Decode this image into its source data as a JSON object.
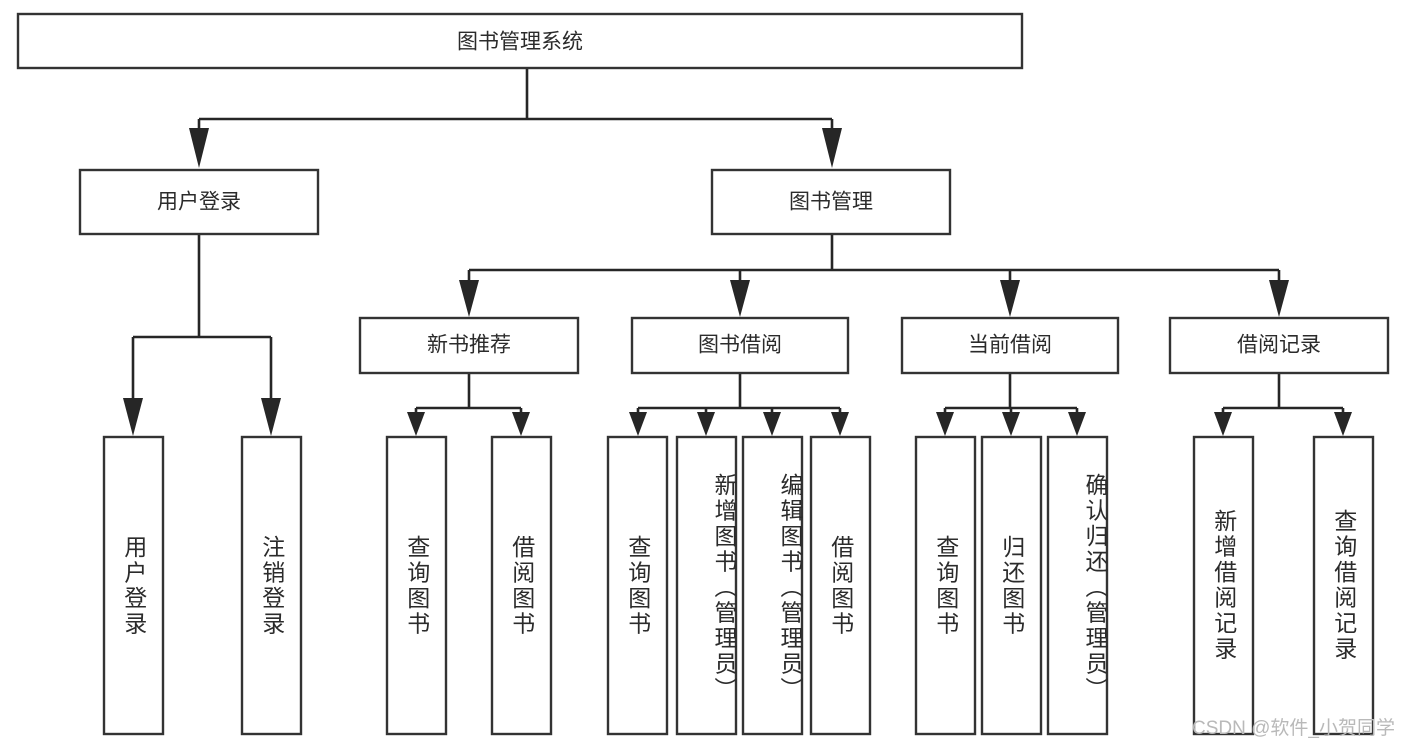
{
  "diagram": {
    "title": "图书管理系统",
    "type": "tree-hierarchy-chart",
    "root": {
      "id": "root",
      "label": "图书管理系统",
      "orientation": "horizontal"
    },
    "level2": [
      {
        "id": "user-login",
        "label": "用户登录",
        "orientation": "horizontal"
      },
      {
        "id": "book-manage",
        "label": "图书管理",
        "orientation": "horizontal"
      }
    ],
    "level3": [
      {
        "id": "new-book-recommend",
        "label": "新书推荐",
        "orientation": "horizontal",
        "parent": "book-manage"
      },
      {
        "id": "book-borrow",
        "label": "图书借阅",
        "orientation": "horizontal",
        "parent": "book-manage"
      },
      {
        "id": "current-borrow",
        "label": "当前借阅",
        "orientation": "horizontal",
        "parent": "book-manage"
      },
      {
        "id": "borrow-record",
        "label": "借阅记录",
        "orientation": "horizontal",
        "parent": "book-manage"
      }
    ],
    "leaves": [
      {
        "id": "leaf-user-login",
        "label": "用户登录",
        "parent": "user-login",
        "orientation": "vertical"
      },
      {
        "id": "leaf-user-logout",
        "label": "注销登录",
        "parent": "user-login",
        "orientation": "vertical"
      },
      {
        "id": "leaf-query-book-1",
        "label": "查询图书",
        "parent": "new-book-recommend",
        "orientation": "vertical"
      },
      {
        "id": "leaf-borrow-book-1",
        "label": "借阅图书",
        "parent": "new-book-recommend",
        "orientation": "vertical"
      },
      {
        "id": "leaf-query-book-2",
        "label": "查询图书",
        "parent": "book-borrow",
        "orientation": "vertical"
      },
      {
        "id": "leaf-add-book",
        "label": "新增图书（管理员）",
        "parent": "book-borrow",
        "orientation": "vertical"
      },
      {
        "id": "leaf-edit-book",
        "label": "编辑图书（管理员）",
        "parent": "book-borrow",
        "orientation": "vertical"
      },
      {
        "id": "leaf-borrow-book-2",
        "label": "借阅图书",
        "parent": "book-borrow",
        "orientation": "vertical"
      },
      {
        "id": "leaf-query-book-3",
        "label": "查询图书",
        "parent": "current-borrow",
        "orientation": "vertical"
      },
      {
        "id": "leaf-return-book",
        "label": "归还图书",
        "parent": "current-borrow",
        "orientation": "vertical"
      },
      {
        "id": "leaf-confirm-return",
        "label": "确认归还（管理员）",
        "parent": "current-borrow",
        "orientation": "vertical"
      },
      {
        "id": "leaf-add-record",
        "label": "新增借阅记录",
        "parent": "borrow-record",
        "orientation": "vertical"
      },
      {
        "id": "leaf-query-record",
        "label": "查询借阅记录",
        "parent": "borrow-record",
        "orientation": "vertical"
      }
    ],
    "watermark": "CSDN @软件_小贺同学",
    "colors": {
      "background": "#ffffff",
      "box_stroke": "#333333",
      "connector": "#262626",
      "text": "#2b2b2b",
      "watermark": "#b9b9b9"
    }
  }
}
